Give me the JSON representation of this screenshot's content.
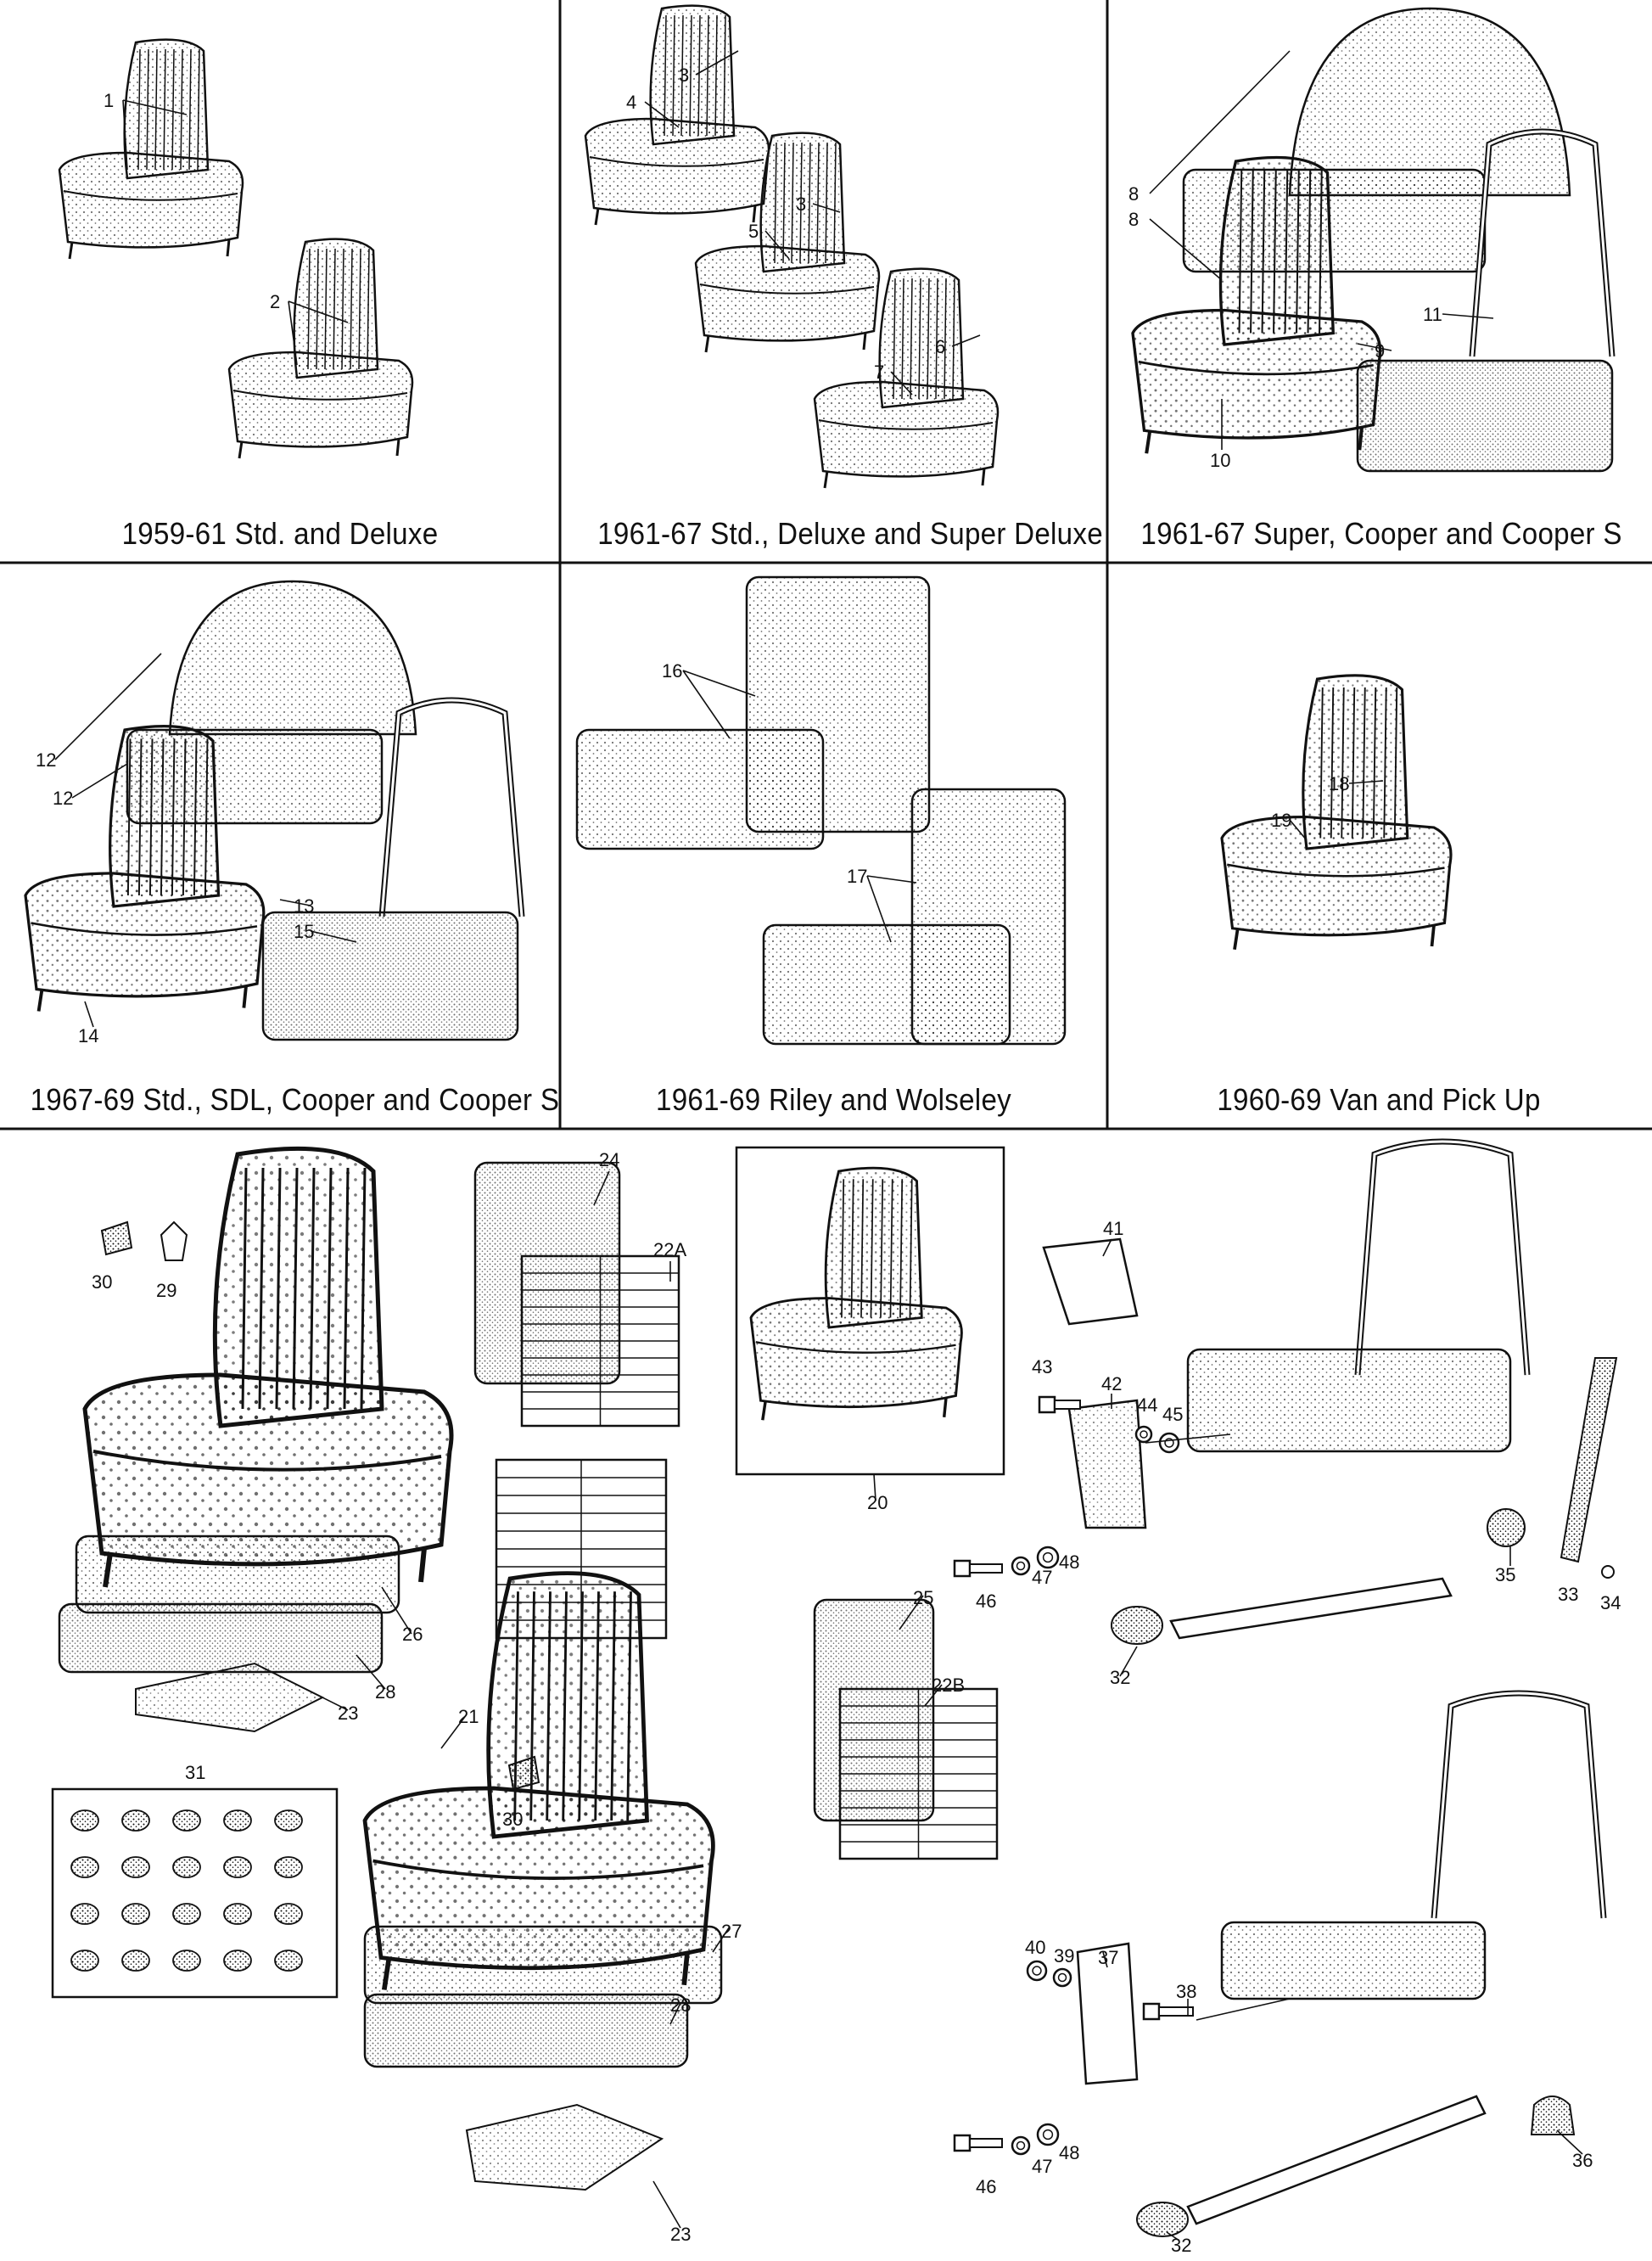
{
  "panels": [
    {
      "caption": "1959-61 Std. and Deluxe"
    },
    {
      "caption": "1961-67 Std., Deluxe and Super Deluxe"
    },
    {
      "caption": "1961-67 Super, Cooper and Cooper S"
    },
    {
      "caption": "1967-69 Std., SDL, Cooper and Cooper S"
    },
    {
      "caption": "1961-69 Riley and Wolseley"
    },
    {
      "caption": "1960-69 Van and Pick Up"
    }
  ],
  "callouts": {
    "p1": [
      "1",
      "2"
    ],
    "p2": [
      "3",
      "4",
      "3",
      "5",
      "6",
      "7"
    ],
    "p3": [
      "8",
      "8",
      "9",
      "10",
      "11"
    ],
    "p4": [
      "12",
      "12",
      "13",
      "14",
      "15"
    ],
    "p5": [
      "16",
      "17"
    ],
    "p6": [
      "18",
      "19"
    ],
    "exploded": [
      "24",
      "22A",
      "30",
      "29",
      "26",
      "28",
      "23",
      "21",
      "30",
      "25",
      "22B",
      "27",
      "28",
      "23",
      "31",
      "20",
      "41",
      "43",
      "42",
      "44",
      "45",
      "46",
      "47",
      "48",
      "35",
      "33",
      "34",
      "32",
      "40",
      "39",
      "37",
      "38",
      "46",
      "47",
      "48",
      "36",
      "32"
    ]
  },
  "colors": {
    "line": "#111111",
    "background": "#ffffff"
  }
}
